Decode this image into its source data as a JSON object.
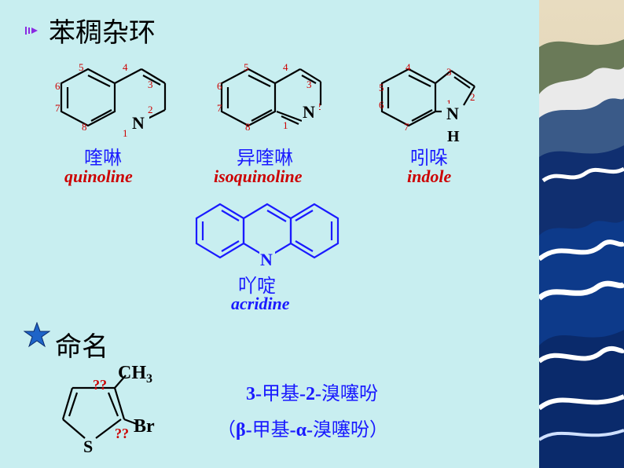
{
  "slide": {
    "title": "苯稠杂环",
    "naming_heading": "命名"
  },
  "quinoline": {
    "cn": "喹啉",
    "en": "quinoline",
    "atom_N": "N",
    "numbers": [
      "1",
      "2",
      "3",
      "4",
      "5",
      "6",
      "7",
      "8"
    ]
  },
  "isoquinoline": {
    "cn": "异喹啉",
    "en": "isoquinoline",
    "atom_N": "N",
    "numbers": [
      "1",
      "2",
      "3",
      "4",
      "5",
      "6",
      "7",
      "8"
    ]
  },
  "indole": {
    "cn": "吲哚",
    "en": "indole",
    "atom_N": "N",
    "atom_H": "H",
    "numbers": [
      "1",
      "2",
      "3",
      "4",
      "5",
      "6",
      "7"
    ]
  },
  "acridine": {
    "cn": "吖啶",
    "en": "acridine",
    "atom_N": "N"
  },
  "thiophene": {
    "ch3": "CH",
    "ch3_sub": "3",
    "br": "Br",
    "s": "S",
    "q1": "??",
    "q2": "??"
  },
  "naming": {
    "line1_a": "3-",
    "line1_b": "甲基",
    "line1_c": "-2-",
    "line1_d": "溴噻吩",
    "line2_open": "（",
    "line2_a": "β-",
    "line2_b": "甲基",
    "line2_c": "-α-",
    "line2_d": "溴噻吩",
    "line2_close": "）"
  },
  "colors": {
    "background": "#c8eef0",
    "blue": "#1a1aff",
    "red": "#cc0000",
    "wave_dark": "#0b2a6b"
  }
}
